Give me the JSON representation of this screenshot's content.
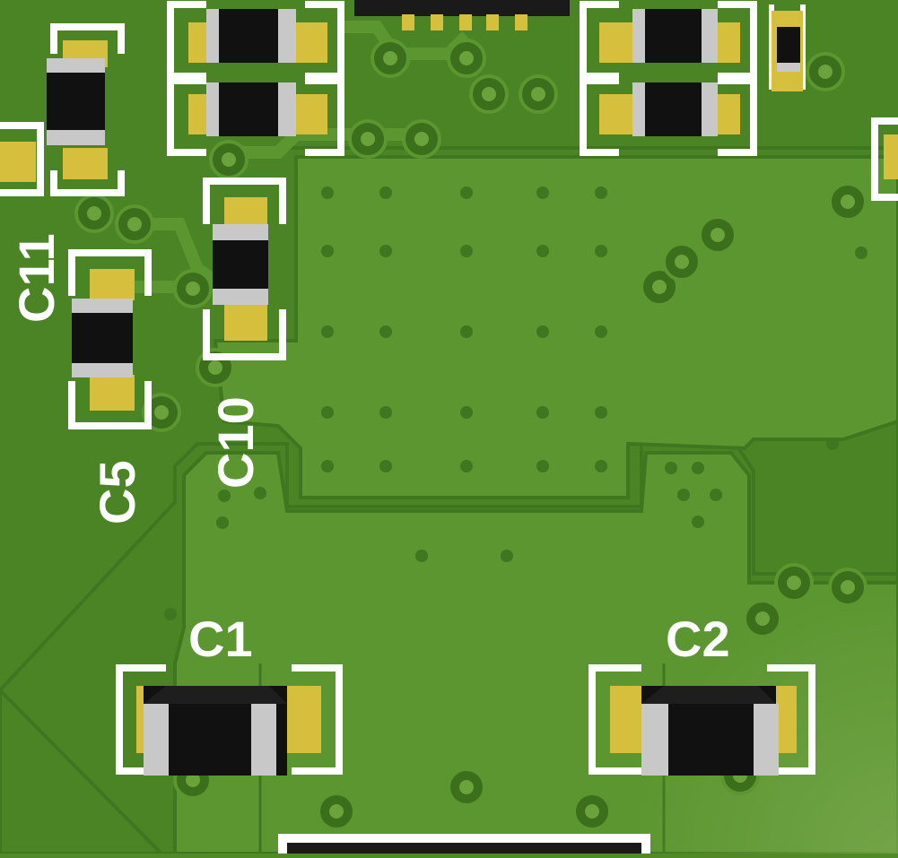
{
  "colors": {
    "board_dark": "#4a8424",
    "copper_pour": "#5b9630",
    "copper_edge": "#3f7620",
    "pad_gold": "#d6bf3c",
    "silkscreen": "#ffffff",
    "component_body": "#111111",
    "terminal": "#c8c8c8",
    "via_ring": "#3b6f1c",
    "via_hole": "#7fb255"
  },
  "components": {
    "c1": {
      "label": "C1"
    },
    "c2": {
      "label": "C2"
    },
    "c5": {
      "label": "C5"
    },
    "c10": {
      "label": "C10"
    },
    "c11": {
      "label": "C11"
    }
  }
}
